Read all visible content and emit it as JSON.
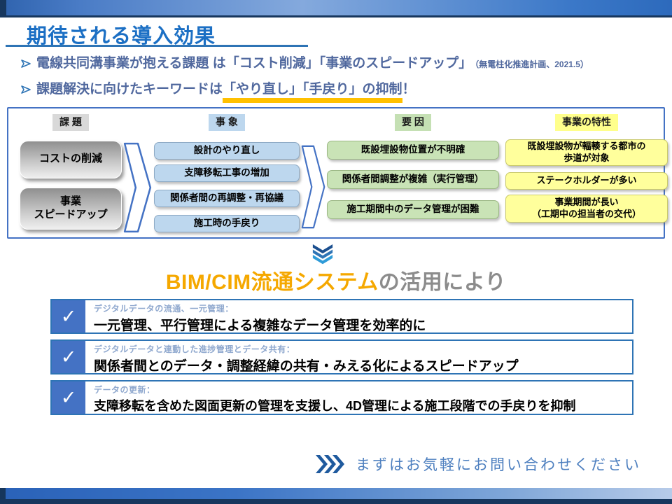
{
  "title": {
    "text": "期待される導入効果"
  },
  "bullets": [
    {
      "main": "電線共同溝事業が抱える課題 は「コスト削減」「事業のスピードアップ」",
      "note": "（無電柱化推進計画、2021.5）"
    },
    {
      "pre": "課題解決に向けたキーワードは",
      "highlight": "「やり直し」「手戻り」の抑制",
      "post": "！"
    }
  ],
  "diagram": {
    "columns": [
      {
        "header": "課 題",
        "items": [
          "コストの削減",
          "事業\nスピードアップ"
        ]
      },
      {
        "header": "事 象",
        "items": [
          "設計のやり直し",
          "支障移転工事の増加",
          "関係者間の再調整・再協議",
          "施工時の手戻り"
        ]
      },
      {
        "header": "要 因",
        "items": [
          "既設埋設物位置が不明確",
          "関係者間調整が複雑（実行管理）",
          "施工期間中のデータ管理が困難"
        ]
      },
      {
        "header": "事業の特性",
        "items": [
          "既設埋設物が輻輳する都市の\n歩道が対象",
          "ステークホルダーが多い",
          "事業期間が長い\n（工期中の担当者の交代）"
        ]
      }
    ]
  },
  "solution": {
    "highlight": "BIM/CIM流通システム",
    "rest": "の活用により"
  },
  "benefits": [
    {
      "label": "デジタルデータの流通、一元管理：",
      "text": "一元管理、平行管理による複雑なデータ管理を効率的に"
    },
    {
      "label": "デジタルデータと連動した進捗管理とデータ共有：",
      "text": "関係者間とのデータ・調整経緯の共有・みえる化によるスピードアップ"
    },
    {
      "label": "データの更新：",
      "text": "支障移転を含めた図面更新の管理を支援し、4D管理による施工段階での手戻りを抑制"
    }
  ],
  "cta": {
    "text": "まずはお気軽にお問い合わせください"
  },
  "icons": {
    "check": "✓"
  },
  "colors": {
    "title_blue": "#1b6fc4",
    "accent_blue": "#2e74b5",
    "check_blue": "#4472c4",
    "underline_yellow": "#ffc000",
    "brand_orange": "#f5a800",
    "bullet_text_blue": "#50689e"
  }
}
